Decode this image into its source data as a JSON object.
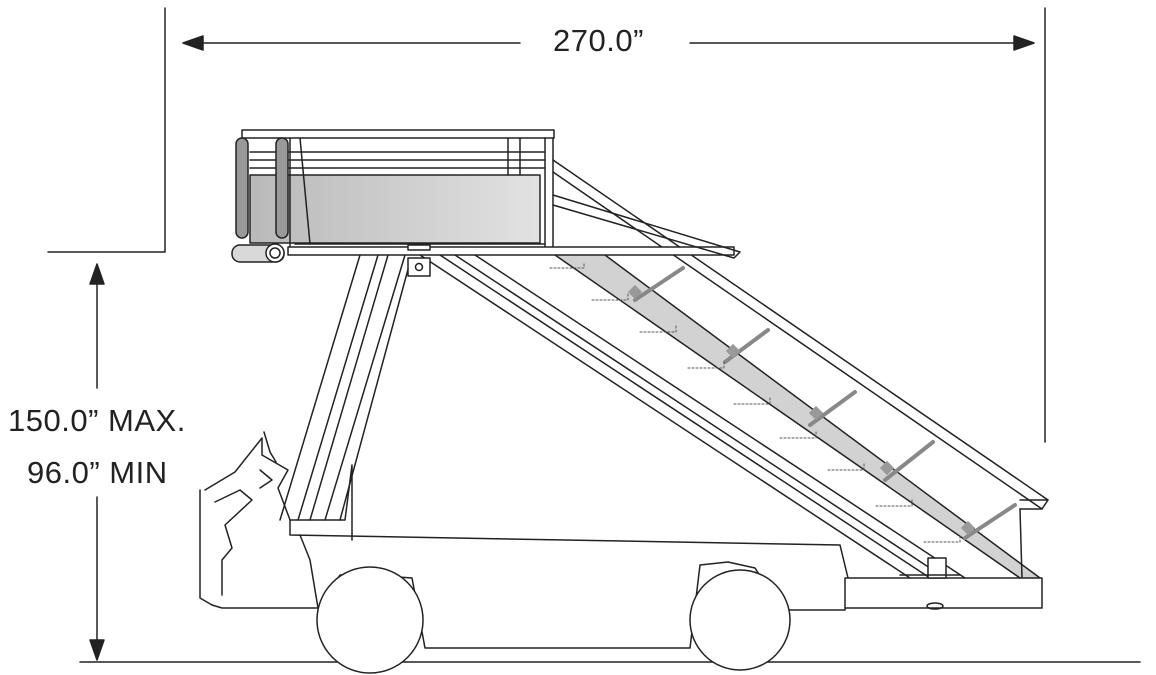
{
  "dimensions": {
    "width": "270.0”",
    "height_max": "150.0” MAX.",
    "height_min": "96.0” MIN"
  },
  "colors": {
    "line": "#222222",
    "panel_fill": "#d2d2d2",
    "step_dash": "#555555"
  }
}
